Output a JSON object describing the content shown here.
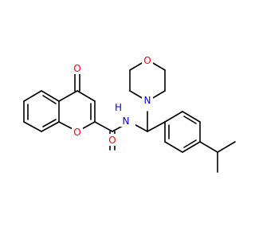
{
  "molecule": {
    "atoms": {
      "ketone_o": "O",
      "ring_o": "O",
      "amide_o": "O",
      "amide_n": "N",
      "amide_h": "H",
      "morph_n": "N",
      "morph_o": "O"
    },
    "colors": {
      "oxygen": "#ff0000",
      "nitrogen": "#0000ff",
      "bond": "#000000",
      "background": "#ffffff"
    }
  }
}
